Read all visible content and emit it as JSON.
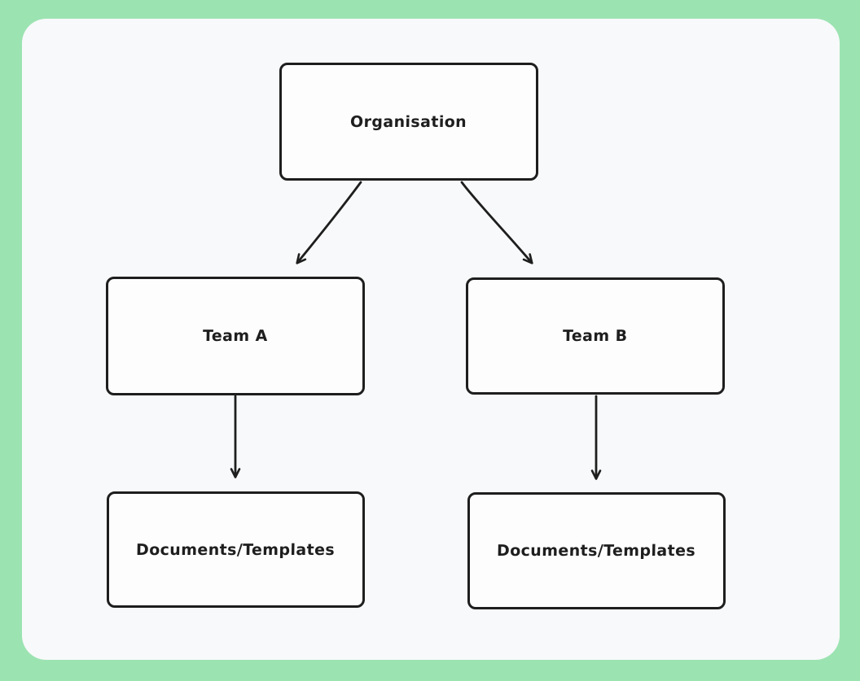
{
  "diagram": {
    "type": "flowchart",
    "nodes": [
      {
        "id": "organisation",
        "label": "Organisation"
      },
      {
        "id": "team-a",
        "label": "Team A"
      },
      {
        "id": "team-b",
        "label": "Team B"
      },
      {
        "id": "documents-templates-a",
        "label": "Documents/Templates"
      },
      {
        "id": "documents-templates-b",
        "label": "Documents/Templates"
      }
    ],
    "edges": [
      {
        "from": "organisation",
        "to": "team-a"
      },
      {
        "from": "organisation",
        "to": "team-b"
      },
      {
        "from": "team-a",
        "to": "documents-templates-a"
      },
      {
        "from": "team-b",
        "to": "documents-templates-b"
      }
    ],
    "colors": {
      "frame": "#9ce3b2",
      "canvas": "#f8f9fa",
      "stroke": "#1e1e1e",
      "node_fill": "#fdfdfe"
    }
  }
}
